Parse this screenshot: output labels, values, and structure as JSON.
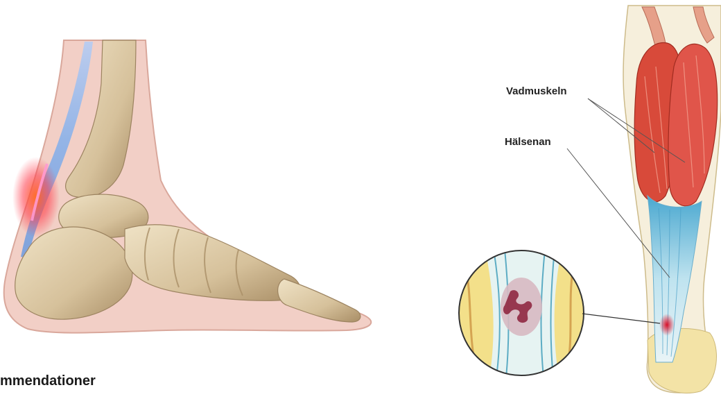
{
  "labels": {
    "calf_muscle": "Vadmuskeln",
    "achilles_tendon": "Hälsenan"
  },
  "caption": "mmendationer",
  "colors": {
    "skin": "#f2cfc6",
    "skin_outline": "#c9a197",
    "bone": "#d8c4a0",
    "bone_shadow": "#a98e66",
    "muscle": "#d44a3a",
    "tendon": "#9fd0e4",
    "inflammation": "#ff5a2a",
    "fat_yellow": "#f3e08a"
  }
}
